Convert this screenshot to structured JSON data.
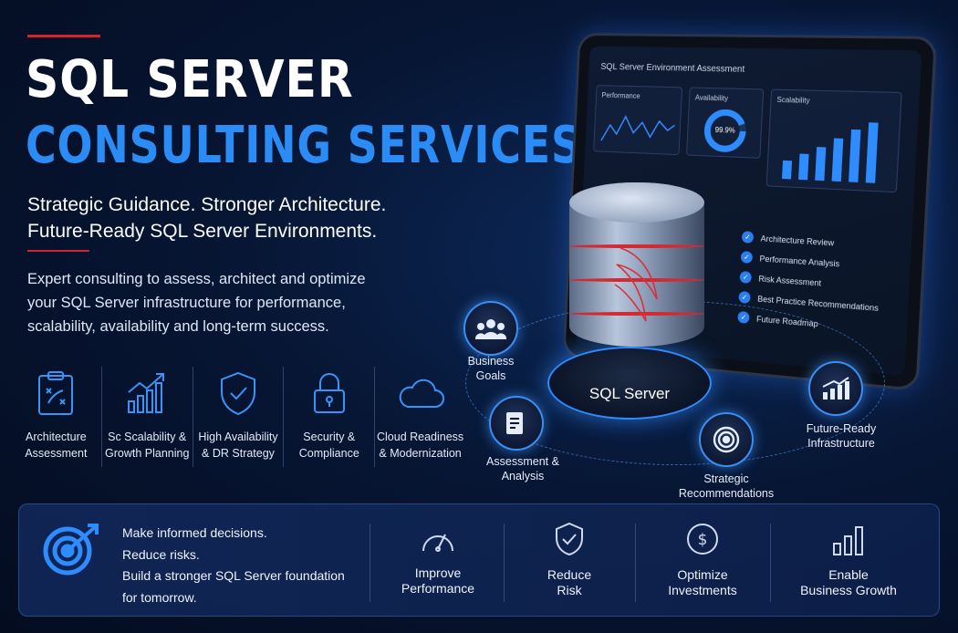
{
  "hero": {
    "title_line1": "SQL SERVER",
    "title_line2": "CONSULTING SERVICES",
    "subtitle_line1": "Strategic Guidance. Stronger Architecture.",
    "subtitle_line2": "Future-Ready SQL Server Environments.",
    "desc_line1": "Expert consulting to assess, architect and optimize",
    "desc_line2": "your SQL Server infrastructure for performance,",
    "desc_line3": "scalability, availability and long-term success."
  },
  "features": [
    {
      "icon": "clipboard-strategy-icon",
      "label": "Architecture\nAssessment"
    },
    {
      "icon": "growth-chart-icon",
      "label": "Sc Scalability &\nGrowth Planning"
    },
    {
      "icon": "shield-check-icon",
      "label": "High Availability\n& DR Strategy"
    },
    {
      "icon": "lock-icon",
      "label": "Security &\nCompliance"
    },
    {
      "icon": "cloud-icon",
      "label": "Cloud Readiness\n& Modernization"
    }
  ],
  "dashboard": {
    "title": "SQL Server Environment Assessment",
    "performance_label": "Performance",
    "availability_label": "Availability",
    "availability_value": "99.9%",
    "scalability_label": "Scalability",
    "checklist": [
      "Architecture Review",
      "Performance Analysis",
      "Risk Assessment",
      "Best Practice Recommendations",
      "Future Roadmap"
    ]
  },
  "hub": {
    "center_label": "SQL Server",
    "nodes": [
      {
        "icon": "people-icon",
        "label": "Business\nGoals"
      },
      {
        "icon": "document-analysis-icon",
        "label": "Assessment &\nAnalysis"
      },
      {
        "icon": "target-icon",
        "label": "Strategic\nRecommendations"
      },
      {
        "icon": "bar-chart-up-icon",
        "label": "Future-Ready\nInfrastructure"
      }
    ]
  },
  "bottom": {
    "icon": "target-arrow-icon",
    "msg_line1": "Make informed decisions.",
    "msg_line2": "Reduce risks.",
    "msg_line3": "Build a stronger SQL Server foundation",
    "msg_line4": "for tomorrow.",
    "benefits": [
      {
        "icon": "gauge-icon",
        "label": "Improve\nPerformance"
      },
      {
        "icon": "shield-check-icon",
        "label": "Reduce\nRisk"
      },
      {
        "icon": "dollar-coin-icon",
        "label": "Optimize\nInvestments"
      },
      {
        "icon": "bar-growth-icon",
        "label": "Enable\nBusiness Growth"
      }
    ]
  },
  "colors": {
    "accent_blue": "#2b8cf5",
    "accent_red": "#d8222a",
    "background": "#071634"
  }
}
